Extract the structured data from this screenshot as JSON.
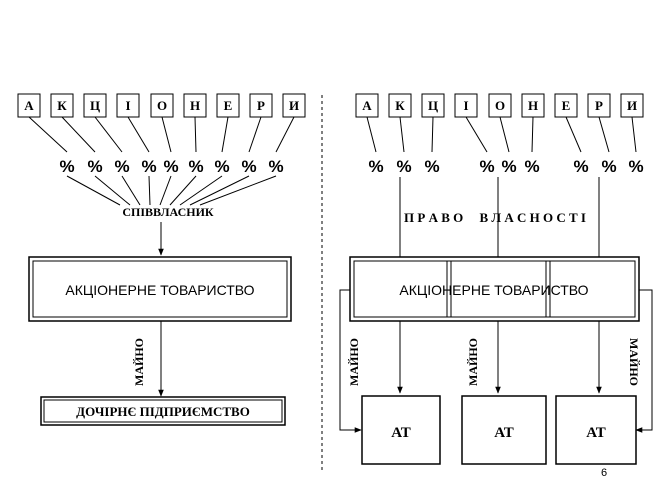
{
  "left": {
    "shareholder_letters": [
      "А",
      "К",
      "Ц",
      "І",
      "О",
      "Н",
      "Е",
      "Р",
      "И"
    ],
    "percent_sign": "%",
    "co_owner_label": "СПІВВЛАСНИК",
    "company_label": "АКЦІОНЕРНЕ ТОВАРИСТВО",
    "property_label": "МАЙНО",
    "subsidiary_label": "ДОЧІРНЄ ПІДПРИЄМСТВО"
  },
  "right": {
    "shareholder_letters": [
      "А",
      "К",
      "Ц",
      "І",
      "О",
      "Н",
      "Е",
      "Р",
      "И"
    ],
    "percent_sign": "%",
    "ownership_right_label": "П Р А В О     В Л А С Н О С Т І",
    "company_label": "АКЦІОНЕРНЕ ТОВАРИСТВО",
    "property_label": "МАЙНО",
    "subsidiary_boxes": [
      "АТ",
      "АТ",
      "АТ"
    ]
  },
  "page_number": "6"
}
